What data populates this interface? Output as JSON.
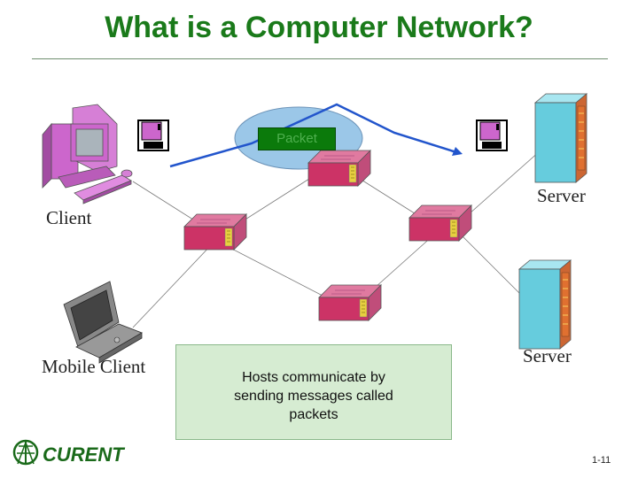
{
  "title": "What is a Computer Network?",
  "labels": {
    "client": "Client",
    "mobile_client": "Mobile Client",
    "server_top": "Server",
    "server_bottom": "Server",
    "packet": "Packet"
  },
  "note": "Hosts communicate by sending messages called packets",
  "logo_text": "CURENT",
  "page_number": "1-11",
  "colors": {
    "title": "#1a7a1a",
    "router": "#cc3366",
    "client_pc": "#cc66cc",
    "server": "#66ccdd",
    "packet_path": "#2255cc",
    "note_bg": "#d6ecd2"
  },
  "icons": [
    "desktop-computer-icon",
    "laptop-icon",
    "router-icon",
    "server-tower-icon",
    "floppy-disk-icon"
  ]
}
